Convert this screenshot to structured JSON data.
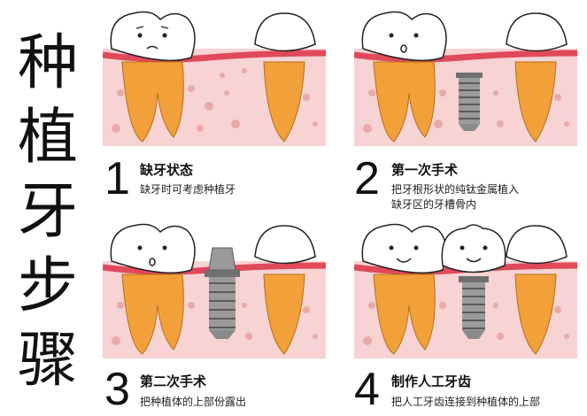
{
  "title_chars": [
    "种",
    "植",
    "牙",
    "步",
    "骤"
  ],
  "colors": {
    "gum_pink": "#f7d3d3",
    "gum_red": "#e0495a",
    "root_orange": "#f2a13a",
    "tooth_white": "#ffffff",
    "implant_gray": "#8a8a8a",
    "bone_dot": "#e8a9a9"
  },
  "steps": [
    {
      "num": "1",
      "title": "缺牙状态",
      "desc": [
        "缺牙时可考虑种植牙"
      ]
    },
    {
      "num": "2",
      "title": "第一次手术",
      "desc": [
        "把牙根形状的纯钛金属植入",
        "缺牙区的牙槽骨内"
      ]
    },
    {
      "num": "3",
      "title": "第二次手术",
      "desc": [
        "把种植体的上部份露出"
      ]
    },
    {
      "num": "4",
      "title": "制作人工牙齿",
      "desc": [
        "把人工牙齿连接到种植体的上部"
      ]
    }
  ]
}
